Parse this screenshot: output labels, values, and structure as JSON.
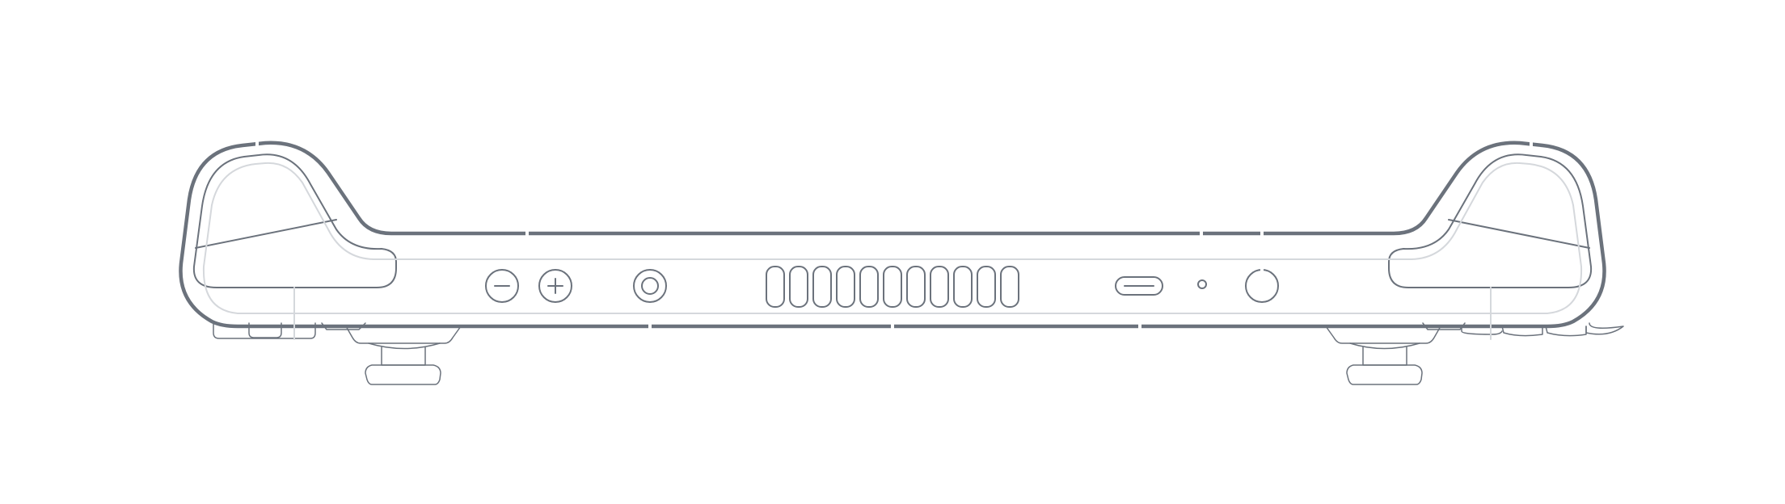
{
  "diagram": {
    "subject": "handheld-console-top-edge-outline",
    "colors": {
      "outline_dark": "#6b727c",
      "outline_light": "#d5d8dc",
      "background": "#ffffff"
    },
    "parts": {
      "volume_down": "minus-icon",
      "volume_up": "plus-icon",
      "headphone_jack": "jack-icon",
      "vent_slots": 11,
      "usb_c_port": "usb-c-icon",
      "microphone": "mic-hole",
      "power_button": "power-button"
    }
  }
}
